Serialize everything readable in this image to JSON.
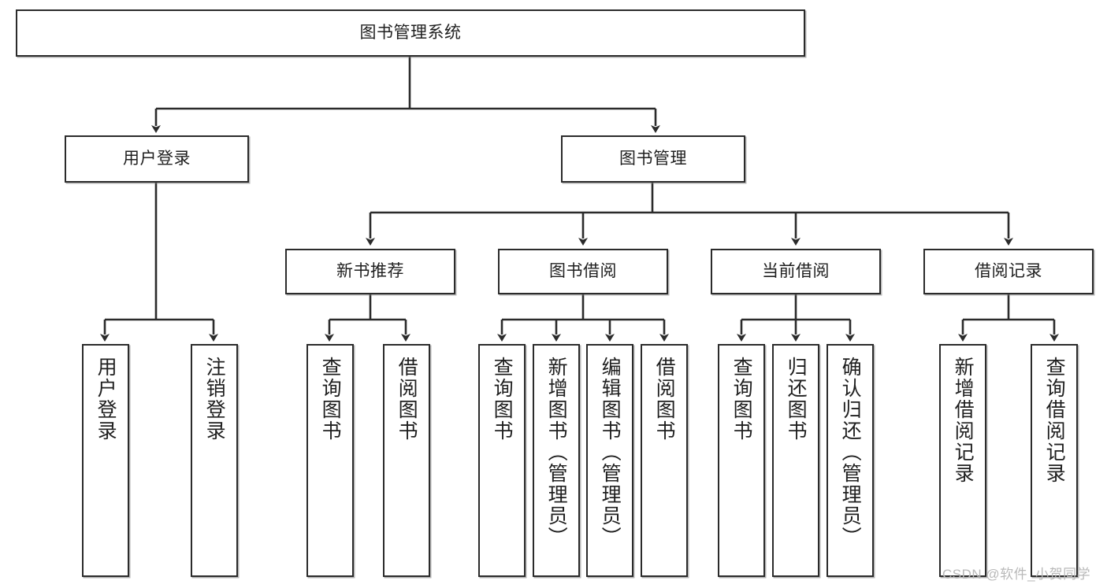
{
  "diagram": {
    "type": "tree-hierarchy",
    "title": "图书管理系统",
    "watermark": "CSDN @软件_小贺同学",
    "colors": {
      "box_border": "#2b2b2b",
      "box_fill": "#ffffff",
      "edge": "#2b2b2b",
      "text": "#1f1f1f",
      "watermark": "#b9b9b9",
      "background": "#ffffff"
    },
    "nodes": {
      "root": {
        "label": "图书管理系统"
      },
      "level1": [
        {
          "label": "用户登录"
        },
        {
          "label": "图书管理"
        }
      ],
      "level2": [
        {
          "label": "新书推荐"
        },
        {
          "label": "图书借阅"
        },
        {
          "label": "当前借阅"
        },
        {
          "label": "借阅记录"
        }
      ],
      "leaves_user_login": [
        {
          "label": "用户登录"
        },
        {
          "label": "注销登录"
        }
      ],
      "leaves_new_books": [
        {
          "label": "查询图书"
        },
        {
          "label": "借阅图书"
        }
      ],
      "leaves_borrow": [
        {
          "label": "查询图书"
        },
        {
          "label": "新增图书（管理员）"
        },
        {
          "label": "编辑图书（管理员）"
        },
        {
          "label": "借阅图书"
        }
      ],
      "leaves_current": [
        {
          "label": "查询图书"
        },
        {
          "label": "归还图书"
        },
        {
          "label": "确认归还（管理员）"
        }
      ],
      "leaves_records": [
        {
          "label": "新增借阅记录"
        },
        {
          "label": "查询借阅记录"
        }
      ]
    }
  }
}
